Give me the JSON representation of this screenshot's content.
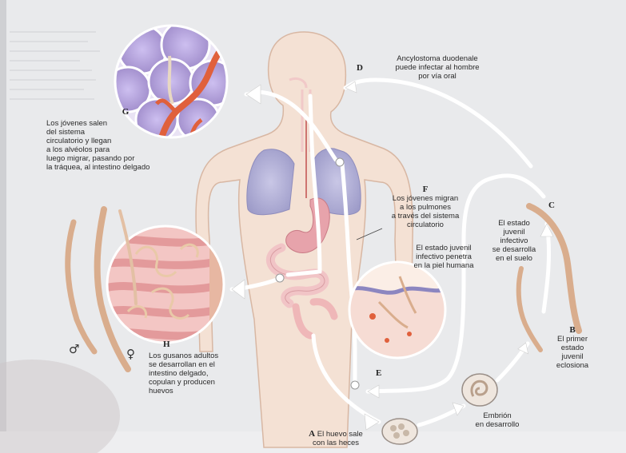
{
  "colors": {
    "page": "#e9eaec",
    "skin": "#f4e1d4",
    "skin_outline": "#d8b7a3",
    "lung": "#b6b4d6",
    "stomach": "#e7a3ab",
    "intestine": "#f1c4c6",
    "alveoli": "#b7a7d9",
    "vessel": "#e0603c",
    "worm": "#d9ad8d",
    "path": "#ffffff"
  },
  "labels": {
    "A": {
      "letter": "A",
      "text": "El huevo sale\ncon las heces"
    },
    "B": {
      "letter": "B",
      "text": "El primer\nestado\njuvenil\neclosiona"
    },
    "C": {
      "letter": "C",
      "text": "El estado\njuvenil\ninfectivo\nse desarrolla\nen el suelo"
    },
    "D": {
      "letter": "D",
      "text": "Ancylostoma duodenale\npuede infectar al hombre\npor vía oral"
    },
    "E": {
      "letter": "E",
      "text": "El estado juvenil\ninfectivo penetra\nen la piel humana"
    },
    "F": {
      "letter": "F",
      "text": "Los jóvenes migran\na los pulmones\na través del sistema\ncirculatorio"
    },
    "G": {
      "letter": "G",
      "text": "Los jóvenes salen\ndel sistema\ncirculatorio y llegan\na los alvéolos para\nluego migrar, pasando por\nla tráquea, al intestino delgado"
    },
    "H": {
      "letter": "H",
      "text": "Los gusanos adultos\nse desarrollan en el\nintestino delgado,\ncopulan y producen\nhuevos"
    },
    "embryo": {
      "text": "Embrión\nen desarrollo"
    }
  },
  "symbols": {
    "male": "♂",
    "female": "♀"
  }
}
